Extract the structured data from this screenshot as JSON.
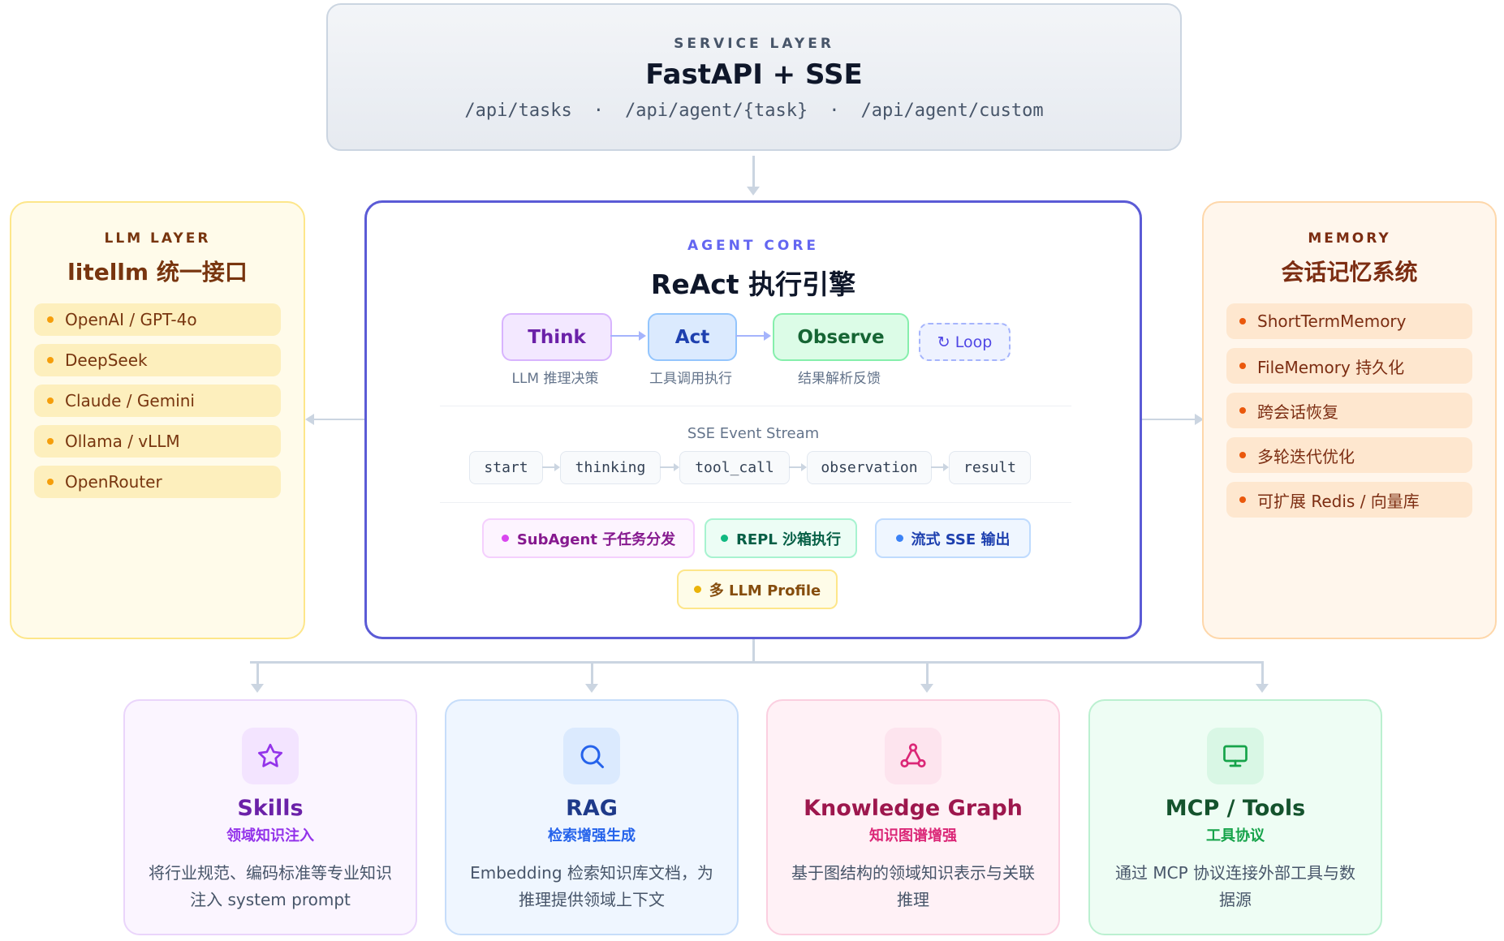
{
  "service_layer": {
    "tag": "SERVICE LAYER",
    "title": "FastAPI + SSE",
    "endpoints": [
      "/api/tasks",
      "/api/agent/{task}",
      "/api/agent/custom"
    ],
    "separator": "·"
  },
  "llm_layer": {
    "tag": "LLM LAYER",
    "title": "litellm 统一接口",
    "items": [
      "OpenAI / GPT-4o",
      "DeepSeek",
      "Claude / Gemini",
      "Ollama / vLLM",
      "OpenRouter"
    ]
  },
  "agent_core": {
    "tag": "AGENT CORE",
    "title": "ReAct 执行引擎",
    "steps": [
      {
        "label": "Think",
        "sub": "LLM 推理决策"
      },
      {
        "label": "Act",
        "sub": "工具调用执行"
      },
      {
        "label": "Observe",
        "sub": "结果解析反馈"
      }
    ],
    "loop_label": "↻ Loop",
    "sse_title": "SSE Event Stream",
    "events": [
      "start",
      "thinking",
      "tool_call",
      "observation",
      "result"
    ],
    "features": [
      "SubAgent 子任务分发",
      "REPL 沙箱执行",
      "流式 SSE 输出",
      "多 LLM Profile"
    ]
  },
  "memory_layer": {
    "tag": "MEMORY",
    "title": "会话记忆系统",
    "items": [
      "ShortTermMemory",
      "FileMemory 持久化",
      "跨会话恢复",
      "多轮迭代优化",
      "可扩展 Redis / 向量库"
    ]
  },
  "cards": [
    {
      "title": "Skills",
      "subtitle": "领域知识注入",
      "desc": "将行业规范、编码标准等专业知识注入 system prompt",
      "icon": "star-icon"
    },
    {
      "title": "RAG",
      "subtitle": "检索增强生成",
      "desc": "Embedding 检索知识库文档，为推理提供领域上下文",
      "icon": "search-icon"
    },
    {
      "title": "Knowledge Graph",
      "subtitle": "知识图谱增强",
      "desc": "基于图结构的领域知识表示与关联推理",
      "icon": "graph-icon"
    },
    {
      "title": "MCP / Tools",
      "subtitle": "工具协议",
      "desc": "通过 MCP 协议连接外部工具与数据源",
      "icon": "monitor-icon"
    }
  ],
  "colors": {
    "core_border": "#5b5bd6",
    "connector": "#cbd5e1"
  }
}
